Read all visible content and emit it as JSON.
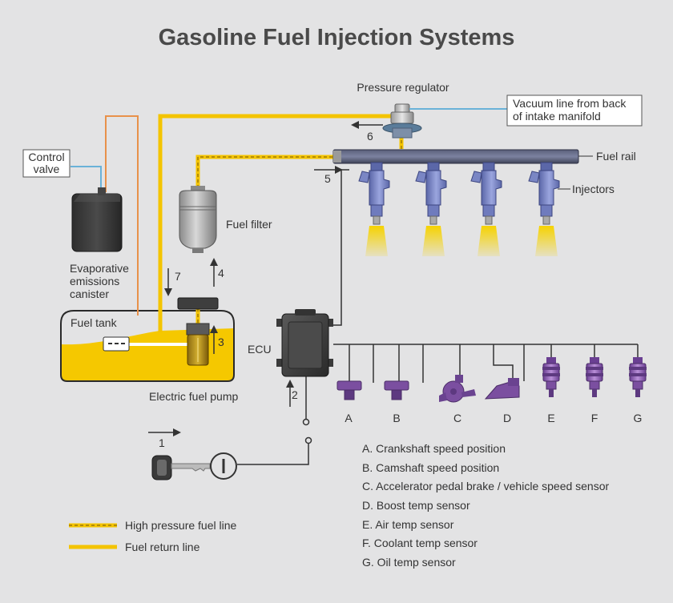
{
  "title": "Gasoline Fuel Injection Systems",
  "labels": {
    "pressure_regulator": "Pressure regulator",
    "vacuum_line_1": "Vacuum line from back",
    "vacuum_line_2": "of intake manifold",
    "fuel_rail": "Fuel rail",
    "injectors": "Injectors",
    "fuel_filter": "Fuel filter",
    "control_valve_1": "Control",
    "control_valve_2": "valve",
    "canister_1": "Evaporative",
    "canister_2": "emissions",
    "canister_3": "canister",
    "fuel_tank": "Fuel tank",
    "electric_fuel_pump": "Electric fuel pump",
    "ecu": "ECU"
  },
  "steps": [
    "1",
    "2",
    "3",
    "4",
    "5",
    "6",
    "7"
  ],
  "sensor_letters": [
    "A",
    "B",
    "C",
    "D",
    "E",
    "F",
    "G"
  ],
  "legend": {
    "high_pressure": "High pressure fuel line",
    "return": "Fuel return line"
  },
  "sensor_list": [
    "A.  Crankshaft speed position",
    "B.  Camshaft speed position",
    "C.  Accelerator pedal brake / vehicle speed sensor",
    "D.  Boost temp sensor",
    "E.  Air temp sensor",
    "F.  Coolant temp sensor",
    "G. Oil temp sensor"
  ],
  "colors": {
    "fuel": "#f4c400",
    "injector": "#7a86c4",
    "sensor": "#7b4fa0",
    "orange_line": "#e8914a",
    "blue_line": "#6ab2d8",
    "background": "#e3e3e4"
  }
}
